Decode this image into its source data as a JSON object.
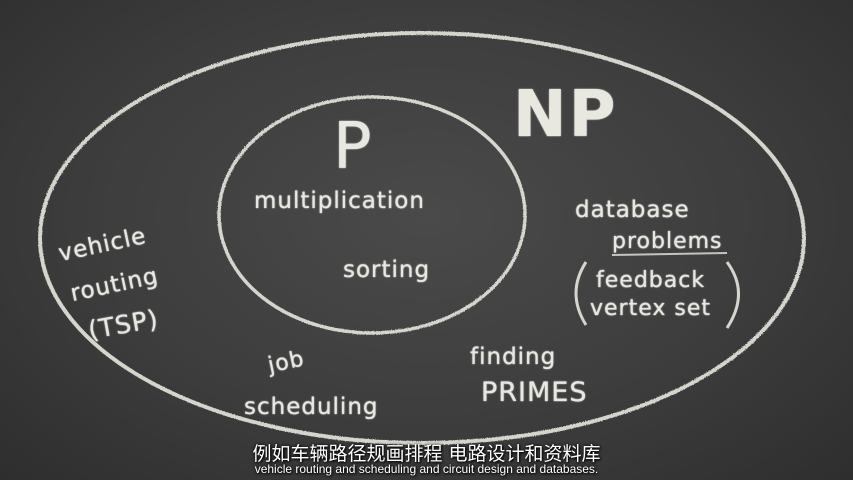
{
  "diagram": {
    "outer_set_label": "NP",
    "inner_set_label": "P",
    "inner_items": [
      "multiplication",
      "sorting"
    ],
    "outer_items": {
      "vehicle": [
        "vehicle",
        "routing",
        "(TSP)"
      ],
      "database": [
        "database",
        "problems",
        "feedback",
        "vertex set"
      ],
      "job": [
        "job",
        "scheduling"
      ],
      "primes": [
        "finding",
        "PRIMES"
      ]
    }
  },
  "subtitles": {
    "chinese": "例如车辆路径规画排程 电路设计和资料库",
    "english": "vehicle routing and scheduling and circuit design and databases."
  }
}
